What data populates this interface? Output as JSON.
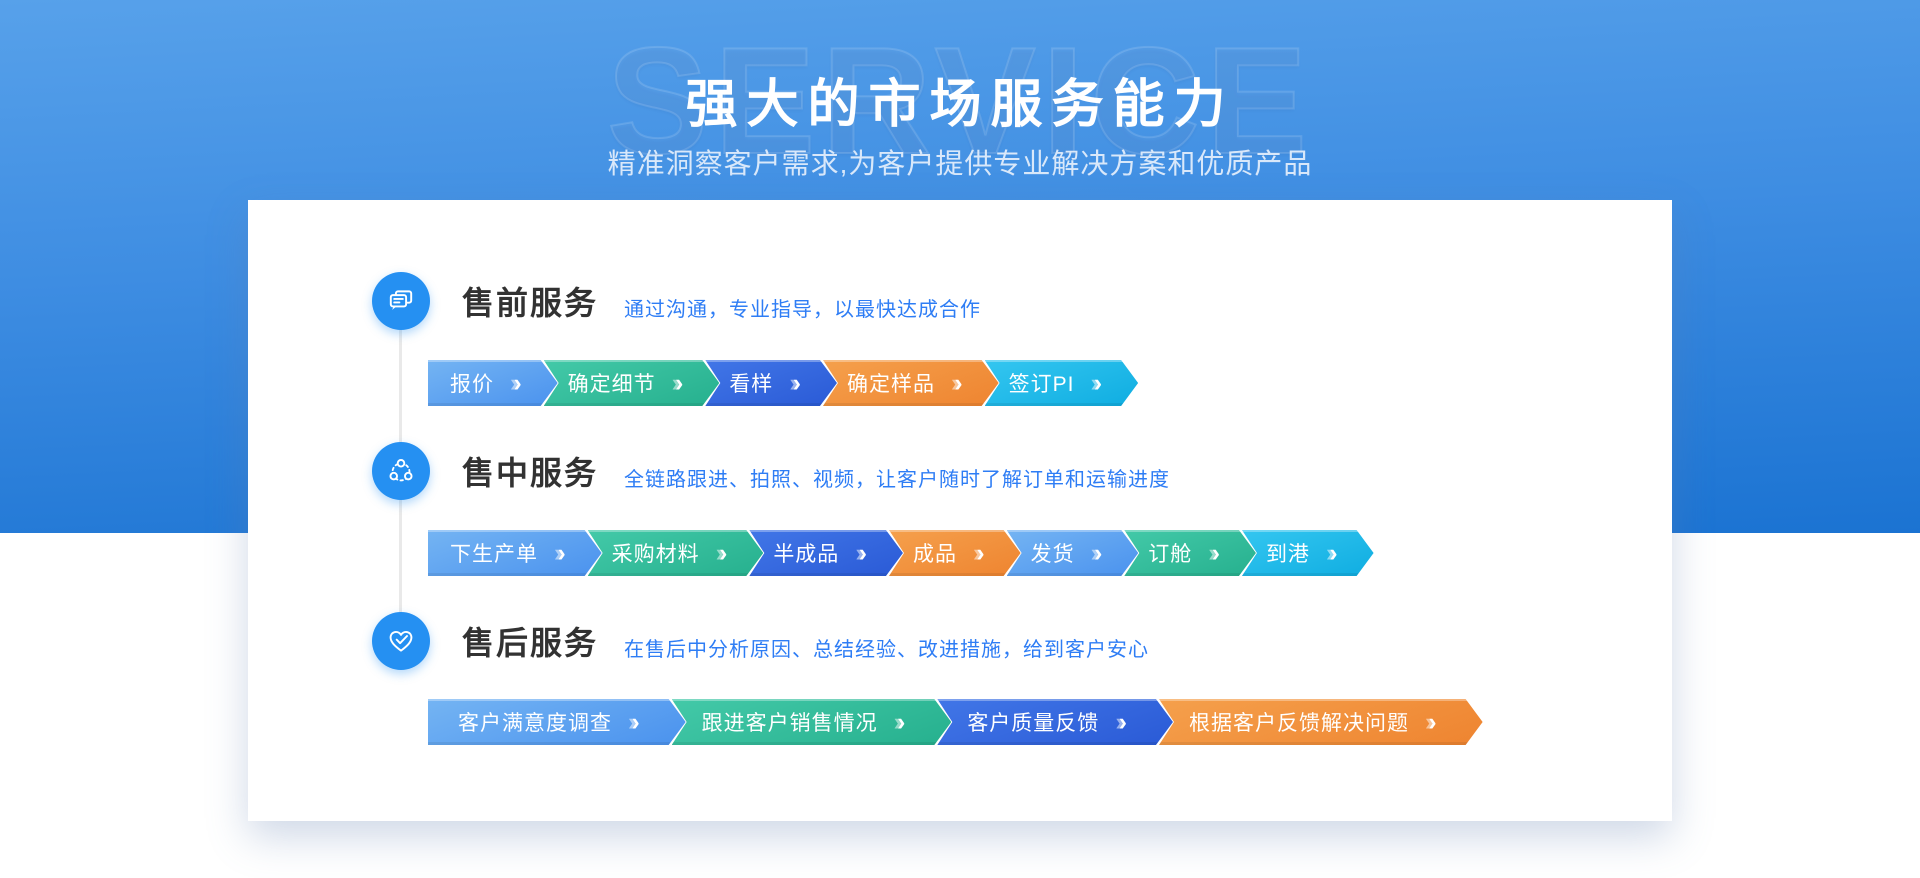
{
  "hero": {
    "watermark": "SERVICE",
    "title": "强大的市场服务能力",
    "subtitle": "精准洞察客户需求,为客户提供专业解决方案和优质产品"
  },
  "palette": {
    "hero_top": "#57a1ea",
    "hero_bottom": "#1b73d2",
    "icon_circle": "#2590f2",
    "desc_text": "#2e7df5",
    "step_blue": "#4a92ee",
    "step_teal": "#2db496",
    "step_royal": "#2e5fd9",
    "step_orange": "#f08c36",
    "step_cyan": "#14b4e6"
  },
  "arrow_glyph": "››",
  "sections": [
    {
      "icon": "chat-bubbles-icon",
      "title": "售前服务",
      "desc": "通过沟通，专业指导，以最快达成合作",
      "steps": [
        {
          "label": "报价",
          "color": "blue"
        },
        {
          "label": "确定细节",
          "color": "teal"
        },
        {
          "label": "看样",
          "color": "royal"
        },
        {
          "label": "确定样品",
          "color": "orange"
        },
        {
          "label": "签订PI",
          "color": "cyan"
        }
      ]
    },
    {
      "icon": "network-nodes-icon",
      "title": "售中服务",
      "desc": "全链路跟进、拍照、视频，让客户随时了解订单和运输进度",
      "steps": [
        {
          "label": "下生产单",
          "color": "blue"
        },
        {
          "label": "采购材料",
          "color": "teal"
        },
        {
          "label": "半成品",
          "color": "royal"
        },
        {
          "label": "成品",
          "color": "orange"
        },
        {
          "label": "发货",
          "color": "blue"
        },
        {
          "label": "订舱",
          "color": "teal"
        },
        {
          "label": "到港",
          "color": "cyan"
        }
      ]
    },
    {
      "icon": "heart-check-icon",
      "title": "售后服务",
      "desc": "在售后中分析原因、总结经验、改进措施，给到客户安心",
      "steps": [
        {
          "label": "客户满意度调查",
          "color": "blue"
        },
        {
          "label": "跟进客户销售情况",
          "color": "teal"
        },
        {
          "label": "客户质量反馈",
          "color": "royal"
        },
        {
          "label": "根据客户反馈解决问题",
          "color": "orange"
        }
      ]
    }
  ]
}
